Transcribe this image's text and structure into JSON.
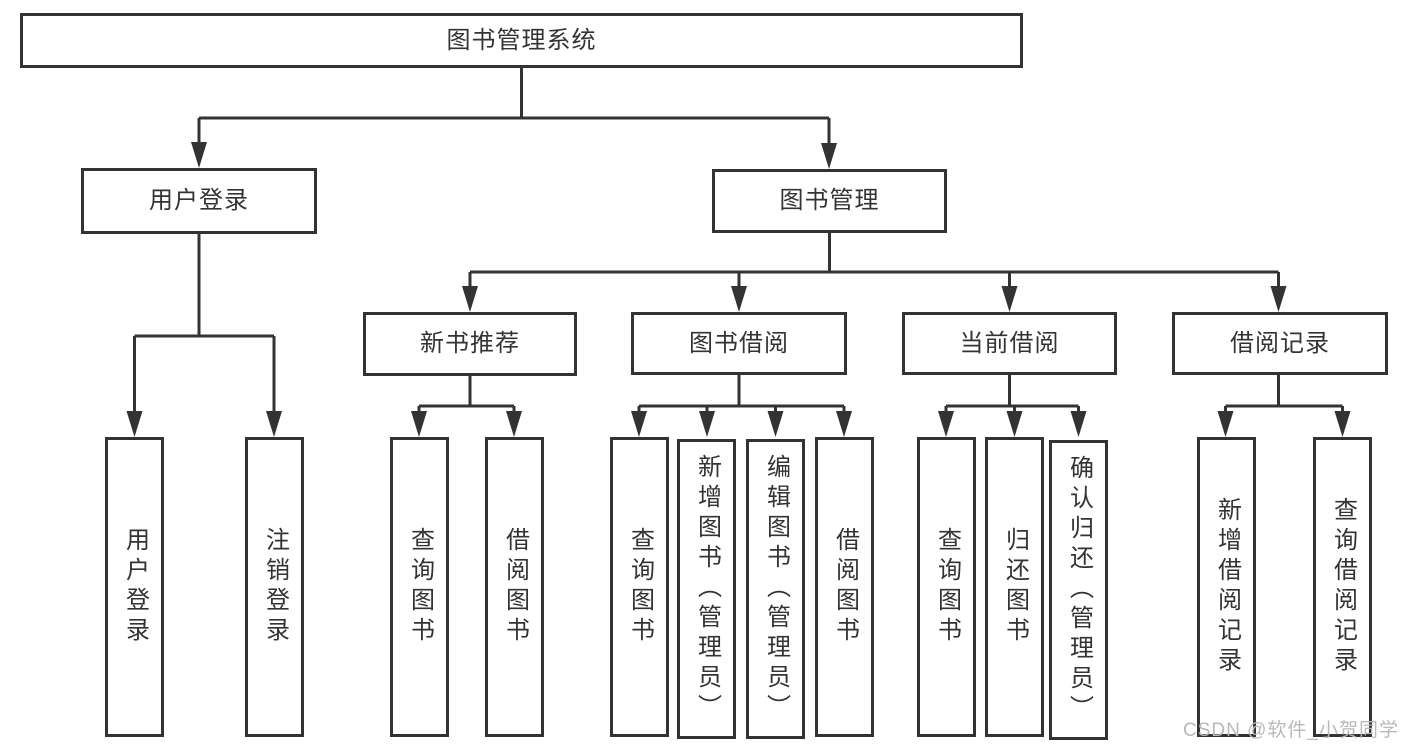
{
  "watermark": "CSDN @软件_小贺同学",
  "colors": {
    "line": "#333333",
    "box_border": "#333333",
    "text": "#333333",
    "watermark": "#b9b9b9",
    "background": "#ffffff"
  },
  "tree": {
    "label": "图书管理系统",
    "children": [
      {
        "label": "用户登录",
        "children": [
          {
            "label": "用户登录"
          },
          {
            "label": "注销登录"
          }
        ]
      },
      {
        "label": "图书管理",
        "children": [
          {
            "label": "新书推荐",
            "children": [
              {
                "label": "查询图书"
              },
              {
                "label": "借阅图书"
              }
            ]
          },
          {
            "label": "图书借阅",
            "children": [
              {
                "label": "查询图书"
              },
              {
                "label": "新增图书（管理员）"
              },
              {
                "label": "编辑图书（管理员）"
              },
              {
                "label": "借阅图书"
              }
            ]
          },
          {
            "label": "当前借阅",
            "children": [
              {
                "label": "查询图书"
              },
              {
                "label": "归还图书"
              },
              {
                "label": "确认归还（管理员）"
              }
            ]
          },
          {
            "label": "借阅记录",
            "children": [
              {
                "label": "新增借阅记录"
              },
              {
                "label": "查询借阅记录"
              }
            ]
          }
        ]
      }
    ]
  }
}
